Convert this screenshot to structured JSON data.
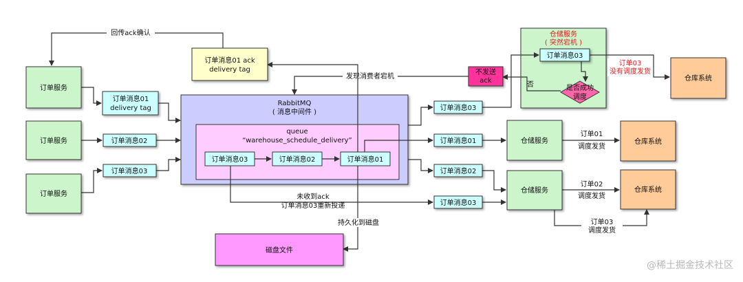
{
  "colors": {
    "order_service_fill": "#ccf5cc",
    "message_fill": "#ccffff",
    "rabbitmq_fill": "#ccccff",
    "queue_fill": "#ffccff",
    "warehouse_service_fill": "#ccf5cc",
    "warehouse_system_fill": "#ffcc99",
    "ack_note_fill": "#ffffcc",
    "disk_fill": "#ff99ff",
    "no_ack_fill": "#ff3399",
    "decision_fill": "#ff66aa",
    "crash_text": "#e02020"
  },
  "order_service": {
    "label": "订单服务"
  },
  "ack_feedback": {
    "label": "回传ack确认"
  },
  "ack_note": {
    "line1": "订单消息01 ack",
    "line2": "delivery tag"
  },
  "consumer_down_label": "发现消费者宕机",
  "no_send_ack": {
    "line1": "不发送",
    "line2": "ack"
  },
  "inbound_messages": {
    "msg01_line1": "订单消息01",
    "msg01_line2": "delivery tag",
    "msg02": "订单消息02",
    "msg03": "订单消息03"
  },
  "rabbitmq": {
    "title": "RabbitMQ",
    "subtitle": "( 消息中间件 )"
  },
  "queue": {
    "title": "queue",
    "name": "“warehouse_schedule_delivery”",
    "items": [
      "订单消息03",
      "订单消息02",
      "订单消息01"
    ]
  },
  "crashed_warehouse": {
    "title": "仓储服务",
    "subtitle": "( 突然宕机 )",
    "message": "订单消息03",
    "decision_line1": "是否成功",
    "decision_line2": "调度",
    "no_label": "否",
    "note_line1": "订单03",
    "note_line2": "没有调度发货"
  },
  "outbound_messages": {
    "msg03_top": "订单消息03",
    "msg01": "订单消息01",
    "msg02": "订单消息02",
    "msg03_resend": "订单消息03"
  },
  "warehouse_service": {
    "label": "仓储服务"
  },
  "warehouse_system": {
    "label": "仓库系统"
  },
  "dispatch": {
    "o1_line1": "订单01",
    "o1_line2": "调度发货",
    "o2_line1": "订单02",
    "o2_line2": "调度发货",
    "o3_line1": "订单03",
    "o3_line2": "调度发货"
  },
  "redeliver": {
    "line1": "未收到ack",
    "line2": "订单消息03重新投递"
  },
  "persist_label": "持久化到磁盘",
  "disk": {
    "label": "磁盘文件"
  },
  "watermark": "@稀土掘金技术社区"
}
